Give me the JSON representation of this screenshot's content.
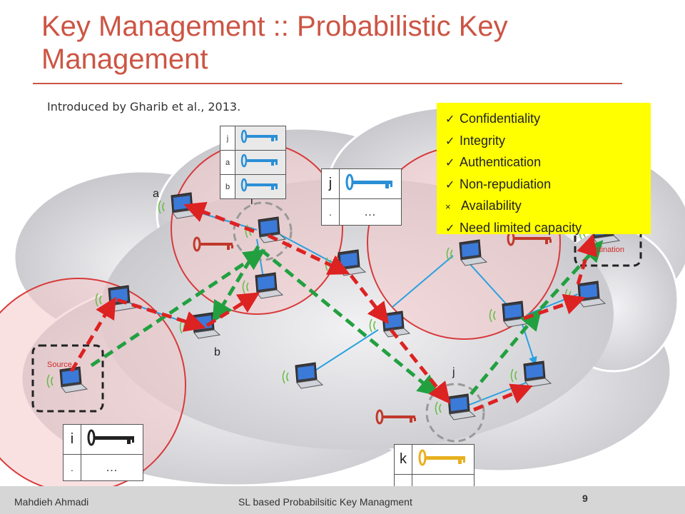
{
  "slide": {
    "title": "Key Management :: Probabilistic Key Management",
    "subtitle": "Introduced by Gharib et al., 2013.",
    "properties": [
      {
        "mark": "✓",
        "label": "Confidentiality"
      },
      {
        "mark": "✓",
        "label": "Integrity"
      },
      {
        "mark": "✓",
        "label": "Authentication"
      },
      {
        "mark": "✓",
        "label": "Non-repudiation"
      },
      {
        "mark": "×",
        "label": "Availability"
      },
      {
        "mark": "✓",
        "label": "Need limited capacity"
      }
    ],
    "node_labels": {
      "a": "a",
      "i": "i",
      "b": "b",
      "j": "j",
      "source": "Source",
      "destination": "Destination"
    },
    "key_table_small": {
      "rows": [
        "j",
        "a",
        "b"
      ]
    },
    "key_table_j": {
      "label": "j",
      "dot": ".",
      "more": "…"
    },
    "key_table_i": {
      "label": "i",
      "dot": ".",
      "more": "…"
    },
    "key_table_k": {
      "label": "k",
      "dot": ".",
      "more": "…"
    },
    "footer": {
      "author": "Mahdieh Ahmadi",
      "center": "SL based Probabilsitic Key Managment",
      "page": "9"
    }
  },
  "colors": {
    "accent": "#cc5544",
    "highlight": "#ffff00",
    "path_red": "#dd2222",
    "path_green": "#22a040",
    "link_blue": "#2aa0e0"
  }
}
